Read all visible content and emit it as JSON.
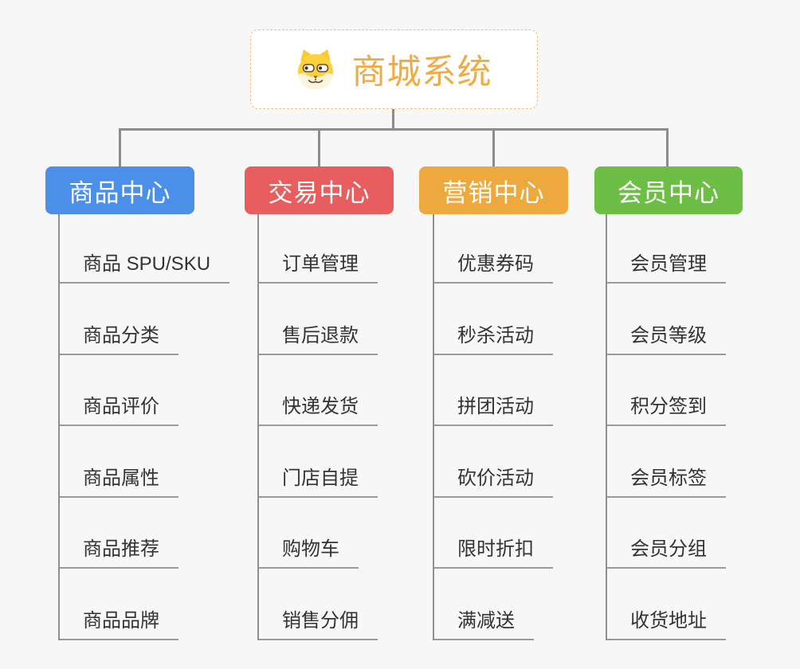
{
  "root": {
    "title": "商城系统",
    "icon": "dog-icon",
    "title_color": "#f0ac44",
    "border_color": "#f2bf7e"
  },
  "connector_color": "#8c8c8c",
  "background_color": "#f7f7f7",
  "branches": [
    {
      "label": "商品中心",
      "color": "#4a90e8",
      "items": [
        "商品 SPU/SKU",
        "商品分类",
        "商品评价",
        "商品属性",
        "商品推荐",
        "商品品牌"
      ]
    },
    {
      "label": "交易中心",
      "color": "#e85d5d",
      "items": [
        "订单管理",
        "售后退款",
        "快递发货",
        "门店自提",
        "购物车",
        "销售分佣"
      ]
    },
    {
      "label": "营销中心",
      "color": "#eda93e",
      "items": [
        "优惠券码",
        "秒杀活动",
        "拼团活动",
        "砍价活动",
        "限时折扣",
        "满减送"
      ]
    },
    {
      "label": "会员中心",
      "color": "#6cbe45",
      "items": [
        "会员管理",
        "会员等级",
        "积分签到",
        "会员标签",
        "会员分组",
        "收货地址"
      ]
    }
  ]
}
